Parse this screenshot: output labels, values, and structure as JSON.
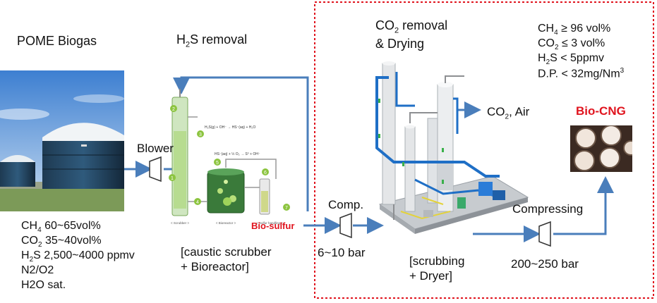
{
  "stages": {
    "pome": "POME Biogas",
    "h2s": {
      "pre": "H",
      "sub": "2",
      "post": "S removal"
    },
    "co2": {
      "pre": "CO",
      "sub": "2",
      "post": " removal",
      "line2": "& Drying"
    }
  },
  "labels": {
    "blower": "Blower",
    "bio_sulfur": "Bio-sulfur",
    "scrubber_caption_1": "[caustic scrubber",
    "scrubber_caption_2": " + Bioreactor]",
    "comp": "Comp.",
    "comp_pressure": "6~10 bar",
    "scrubbing_caption_1": "[scrubbing",
    "scrubbing_caption_2": " + Dryer]",
    "co2_air": {
      "pre": "CO",
      "sub": "2",
      "post": ", Air"
    },
    "compressing": "Compressing",
    "compressing_pressure": "200~250 bar",
    "bio_cng": "Bio-CNG"
  },
  "raw_gas_spec": [
    {
      "pre": "CH",
      "sub": "4",
      "post": " 60~65vol%"
    },
    {
      "pre": "CO",
      "sub": "2",
      "post": " 35~40vol%"
    },
    {
      "pre": "H",
      "sub": "2",
      "post": "S 2,500~4000  ppmv"
    },
    {
      "pre": "N2/O2",
      "sub": "",
      "post": ""
    },
    {
      "pre": "H2O sat.",
      "sub": "",
      "post": ""
    }
  ],
  "product_spec": [
    {
      "pre": "CH",
      "sub": "4",
      "post": " ≥ 96 vol%"
    },
    {
      "pre": "CO",
      "sub": "2",
      "post": " ≤ 3 vol%"
    },
    {
      "pre": "H",
      "sub": "2",
      "post": "S  < 5ppmv"
    },
    {
      "pre": "D.P.  < 32mg/Nm",
      "sup": "3",
      "post": ""
    }
  ],
  "scrubber_diagram": {
    "step_labels": [
      "< Scrubber >",
      "< Bioreactor >",
      "< Sulfur handling >"
    ],
    "step_numbers": [
      "1",
      "2",
      "3",
      "4",
      "5",
      "6",
      "7"
    ],
    "formula_1": "H₂S(g) + OH⁻ → HS⁻(aq) + H₂O",
    "formula_2": "HS⁻(aq) + ½ O₂ → S⁰ + OH⁻"
  },
  "colors": {
    "arrow": "#4a7ebb",
    "dashed_box": "#e0141e",
    "bio_red": "#e0141e",
    "scrubber_green": "#8cc43f",
    "pipe_blue": "#1f6fc6"
  }
}
